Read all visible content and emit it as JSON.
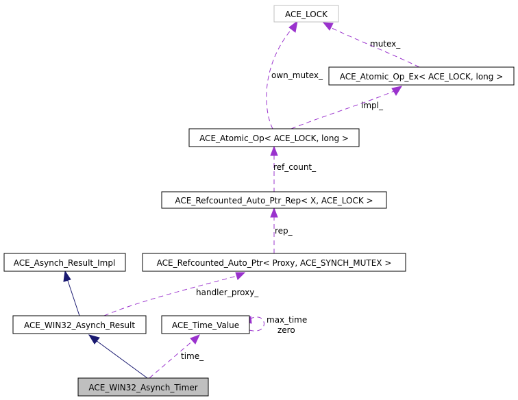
{
  "nodes": {
    "ace_lock": "ACE_LOCK",
    "atomic_op_ex": "ACE_Atomic_Op_Ex< ACE_LOCK, long >",
    "atomic_op": "ACE_Atomic_Op< ACE_LOCK, long >",
    "refcounted_rep": "ACE_Refcounted_Auto_Ptr_Rep< X, ACE_LOCK >",
    "refcounted_ptr": "ACE_Refcounted_Auto_Ptr< Proxy, ACE_SYNCH_MUTEX >",
    "asynch_result_impl": "ACE_Asynch_Result_Impl",
    "win32_asynch_result": "ACE_WIN32_Asynch_Result",
    "time_value": "ACE_Time_Value",
    "win32_asynch_timer": "ACE_WIN32_Asynch_Timer"
  },
  "edge_labels": {
    "mutex": "mutex_",
    "own_mutex": "own_mutex_",
    "impl": "impl_",
    "ref_count": "ref_count_",
    "rep": "rep_",
    "handler_proxy": "handler_proxy_",
    "max_time": "max_time",
    "zero": "zero",
    "time": "time_"
  },
  "colors": {
    "inheritance_edge": "#191970",
    "member_edge": "#9a32cd",
    "focus_node_fill": "#bfbfbf",
    "external_node_border": "#bfbfbf"
  }
}
